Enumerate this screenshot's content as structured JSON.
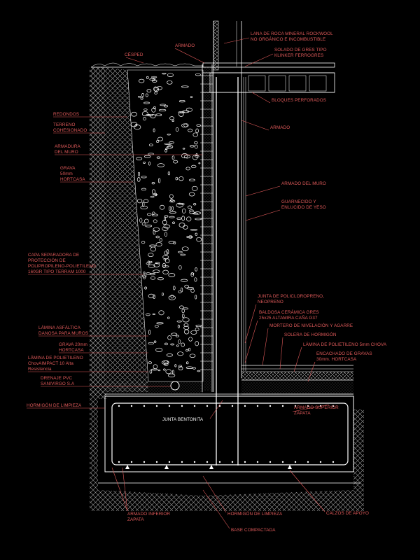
{
  "colors": {
    "background": "#000000",
    "linework": "#ffffff",
    "label_red": "#e05a5a",
    "soil_hatch": "#9a9a9a",
    "gravel": "#ffffff",
    "rebar": "#ffffff"
  },
  "labels": {
    "cesped": "CÉSPED",
    "armado_top": "ARMADO",
    "lana_roca_1": "LANA DE ROCA MINERAL ROCKWOOL",
    "lana_roca_2": "NO ORGÁNICO E INCOMBUSTIBLE",
    "solado_1": "SOLADO DE GRES TIPO",
    "solado_2": "KLINKER FERROGRES",
    "bloques": "BLOQUES PERFORADOS",
    "redondos": "REDONDOS",
    "terreno_1": "TERRENO",
    "terreno_2": "COHESIONADO",
    "armadura_1": "ARMADURA",
    "armadura_2": "DEL MURO",
    "grava_1": "GRAVA",
    "grava_2": "50mm",
    "grava_3": "HORTCASA",
    "armado_mid": "ARMADO",
    "armado_muro": "ARMADO DEL MURO",
    "guarnecido_1": "GUARNECIDO Y",
    "guarnecido_2": "ENLUCIDO DE YESO",
    "capa_1": "CAPA SEPARADORA DE",
    "capa_2": "PROTECCIÓN DE",
    "capa_3": "POLIPROPILENO-POLIETILENO",
    "capa_4": "160GR TIPO TERRAM 1000",
    "junta_poli_1": "JUNTA DE POLICLOROPRENO,",
    "junta_poli_2": "NEOPRENO",
    "baldosa_1": "BALDOSA CERÁMICA GRES",
    "baldosa_2": "25x25 ALTAMIRA CAÑA G37",
    "mortero": "MORTERO DE NIVELACIÓN Y AGARRE",
    "lamina_asf_1": "LÁMINA ASFÁLTICA",
    "lamina_asf_2": "DANOSA PARA MUROS",
    "solera": "SOLERA DE HORMIGÓN",
    "lamina_pol_chova": "LÁMINA DE POLIETILENO 5mm CHOVA",
    "grava20_1": "GRAVA 20mm",
    "grava20_2": "HORTCASA",
    "encachado_1": "ENCACHADO DE GRAVAS",
    "encachado_2": "30mm. HORTCASA",
    "lamina_pe_1": "LÁMINA DE POLIETILENO",
    "lamina_pe_2": "ChovAIMPACT 10 Alta",
    "lamina_pe_3": "Resistencia",
    "drenaje_1": "DRENAJE PVC",
    "drenaje_2": "SANIVIRGO S.A",
    "hormigon_limpieza_left": "HORMIGÓN DE LIMPIEZA",
    "junta_bentonita": "JUNTA BENTONITA",
    "armado_sup_1": "ARMADO SUPERIOR",
    "armado_sup_2": "ZAPATA",
    "armado_inf_1": "ARMADO INFERIOR",
    "armado_inf_2": "ZAPATA",
    "hormigon_limpieza_bottom": "HORMIGÓN DE LIMPIEZA",
    "calzos": "CALZOS DE APOYO",
    "base": "BASE COMPACTADA"
  }
}
